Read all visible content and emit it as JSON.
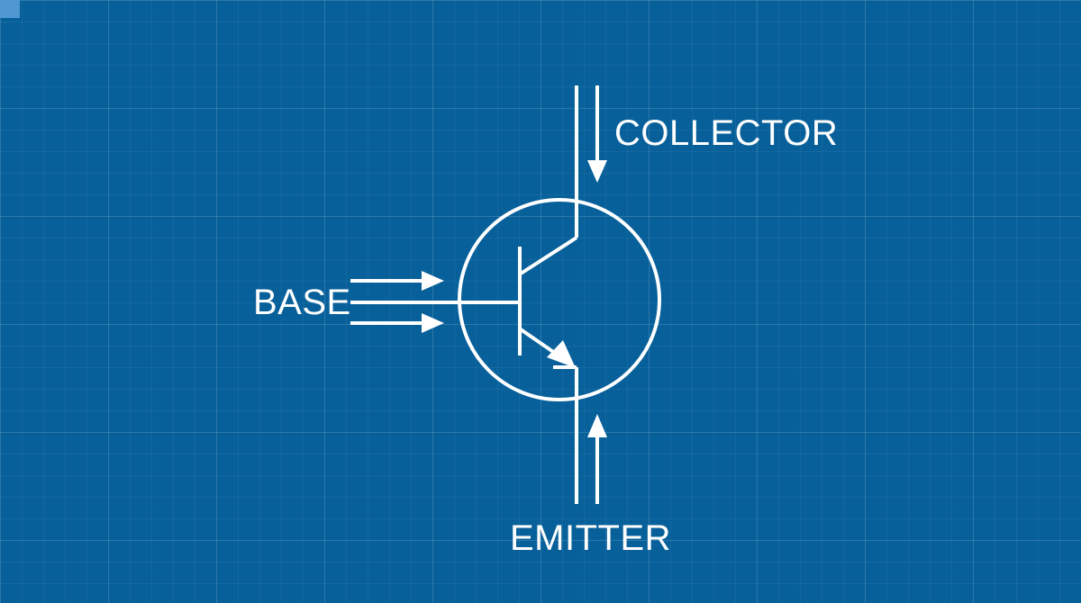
{
  "diagram": {
    "component": "npn-transistor-symbol",
    "labels": {
      "collector": "COLLECTOR",
      "base": "BASE",
      "emitter": "EMITTER"
    },
    "colors": {
      "background": "#07609a",
      "grid": "#ffffff",
      "stroke": "#ffffff",
      "text": "#ffffff"
    },
    "arrow_directions": {
      "collector_current": "down",
      "base_current": "right",
      "emitter_current": "up"
    }
  }
}
